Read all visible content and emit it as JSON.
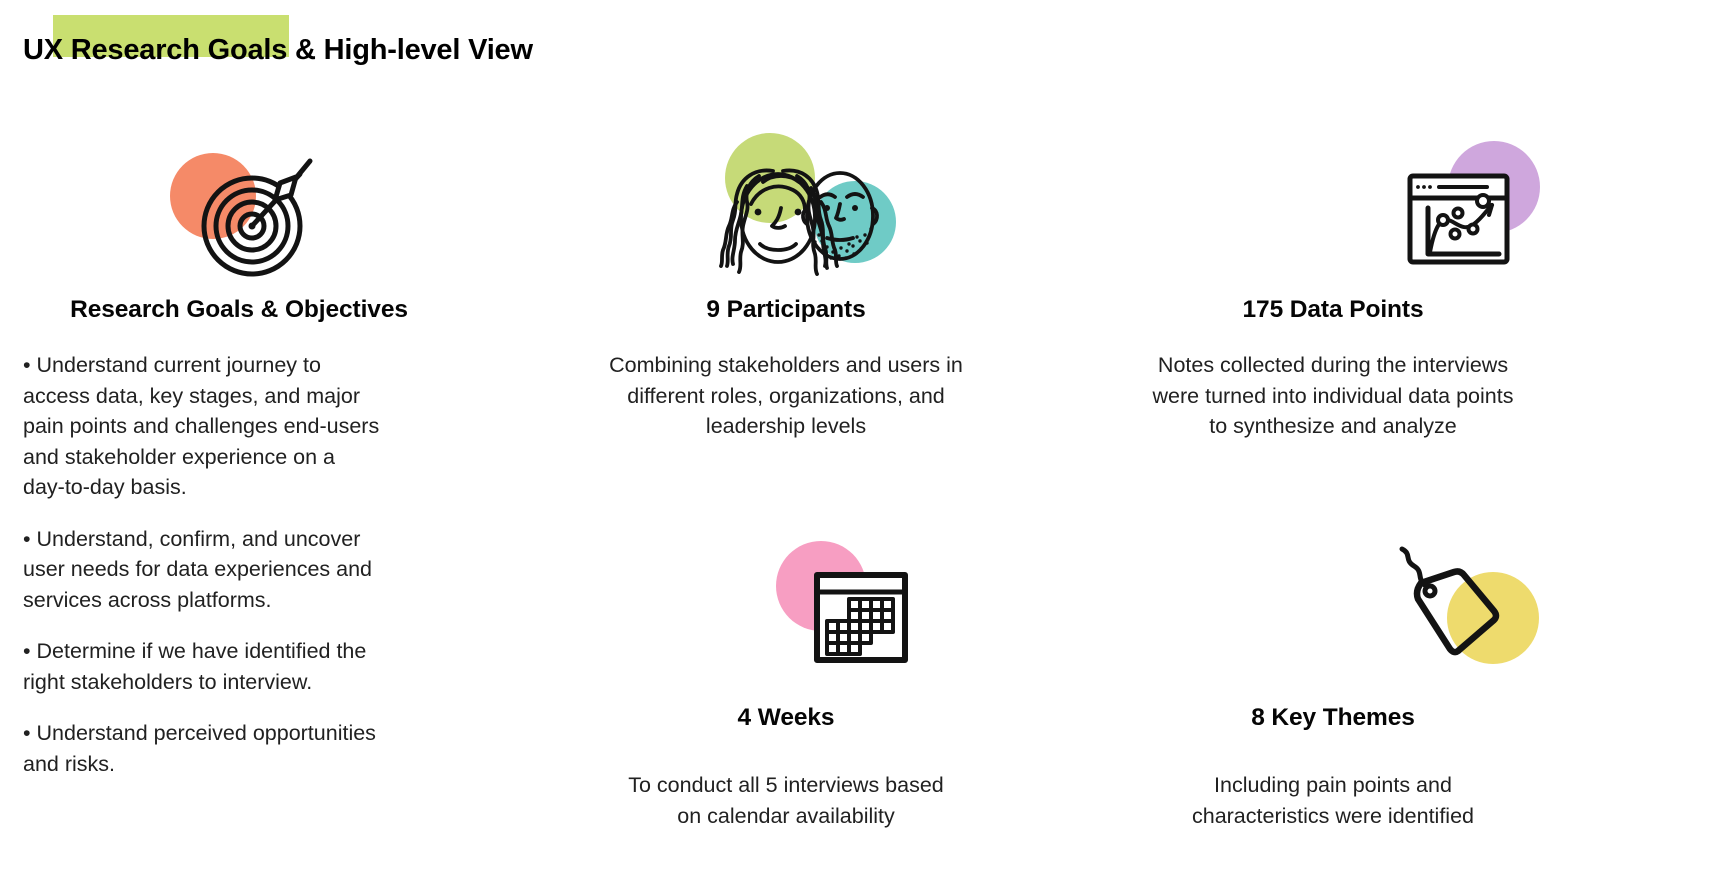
{
  "page": {
    "title": "UX Research Goals & High-level View"
  },
  "colors": {
    "highlight": "#c9df70",
    "coral": "#f58a68",
    "green": "#c6da78",
    "teal": "#6fcbc6",
    "pink": "#f79ec2",
    "purple": "#cfa7dd",
    "yellow": "#eedb6d"
  },
  "sections": {
    "goals": {
      "icon": "target-icon",
      "heading": "Research Goals & Objectives",
      "bullets": [
        [
          "• Understand current journey to",
          "access data, key stages, and major",
          "pain points and challenges end-users",
          "and stakeholder experience on a",
          "day-to-day basis."
        ],
        [
          "• Understand, confirm, and uncover",
          "user needs for data experiences and",
          "services across platforms."
        ],
        [
          "• Determine if we have identified the",
          "right stakeholders to interview."
        ],
        [
          "• Understand perceived opportunities",
          "and risks."
        ]
      ]
    },
    "participants": {
      "icon": "participants-icon",
      "heading": "9 Participants",
      "body": [
        "Combining stakeholders and users in",
        "different roles, organizations, and",
        "leadership levels"
      ]
    },
    "weeks": {
      "icon": "calendar-icon",
      "heading": "4 Weeks",
      "body": [
        "To conduct all 5 interviews based",
        "on calendar availability"
      ]
    },
    "datapoints": {
      "icon": "chart-window-icon",
      "heading": "175 Data Points",
      "body": [
        "Notes collected during the interviews",
        "were turned into individual data points",
        "to synthesize and analyze"
      ]
    },
    "themes": {
      "icon": "tag-icon",
      "heading": "8 Key Themes",
      "body": [
        "Including pain points and",
        "characteristics were identified"
      ]
    }
  }
}
